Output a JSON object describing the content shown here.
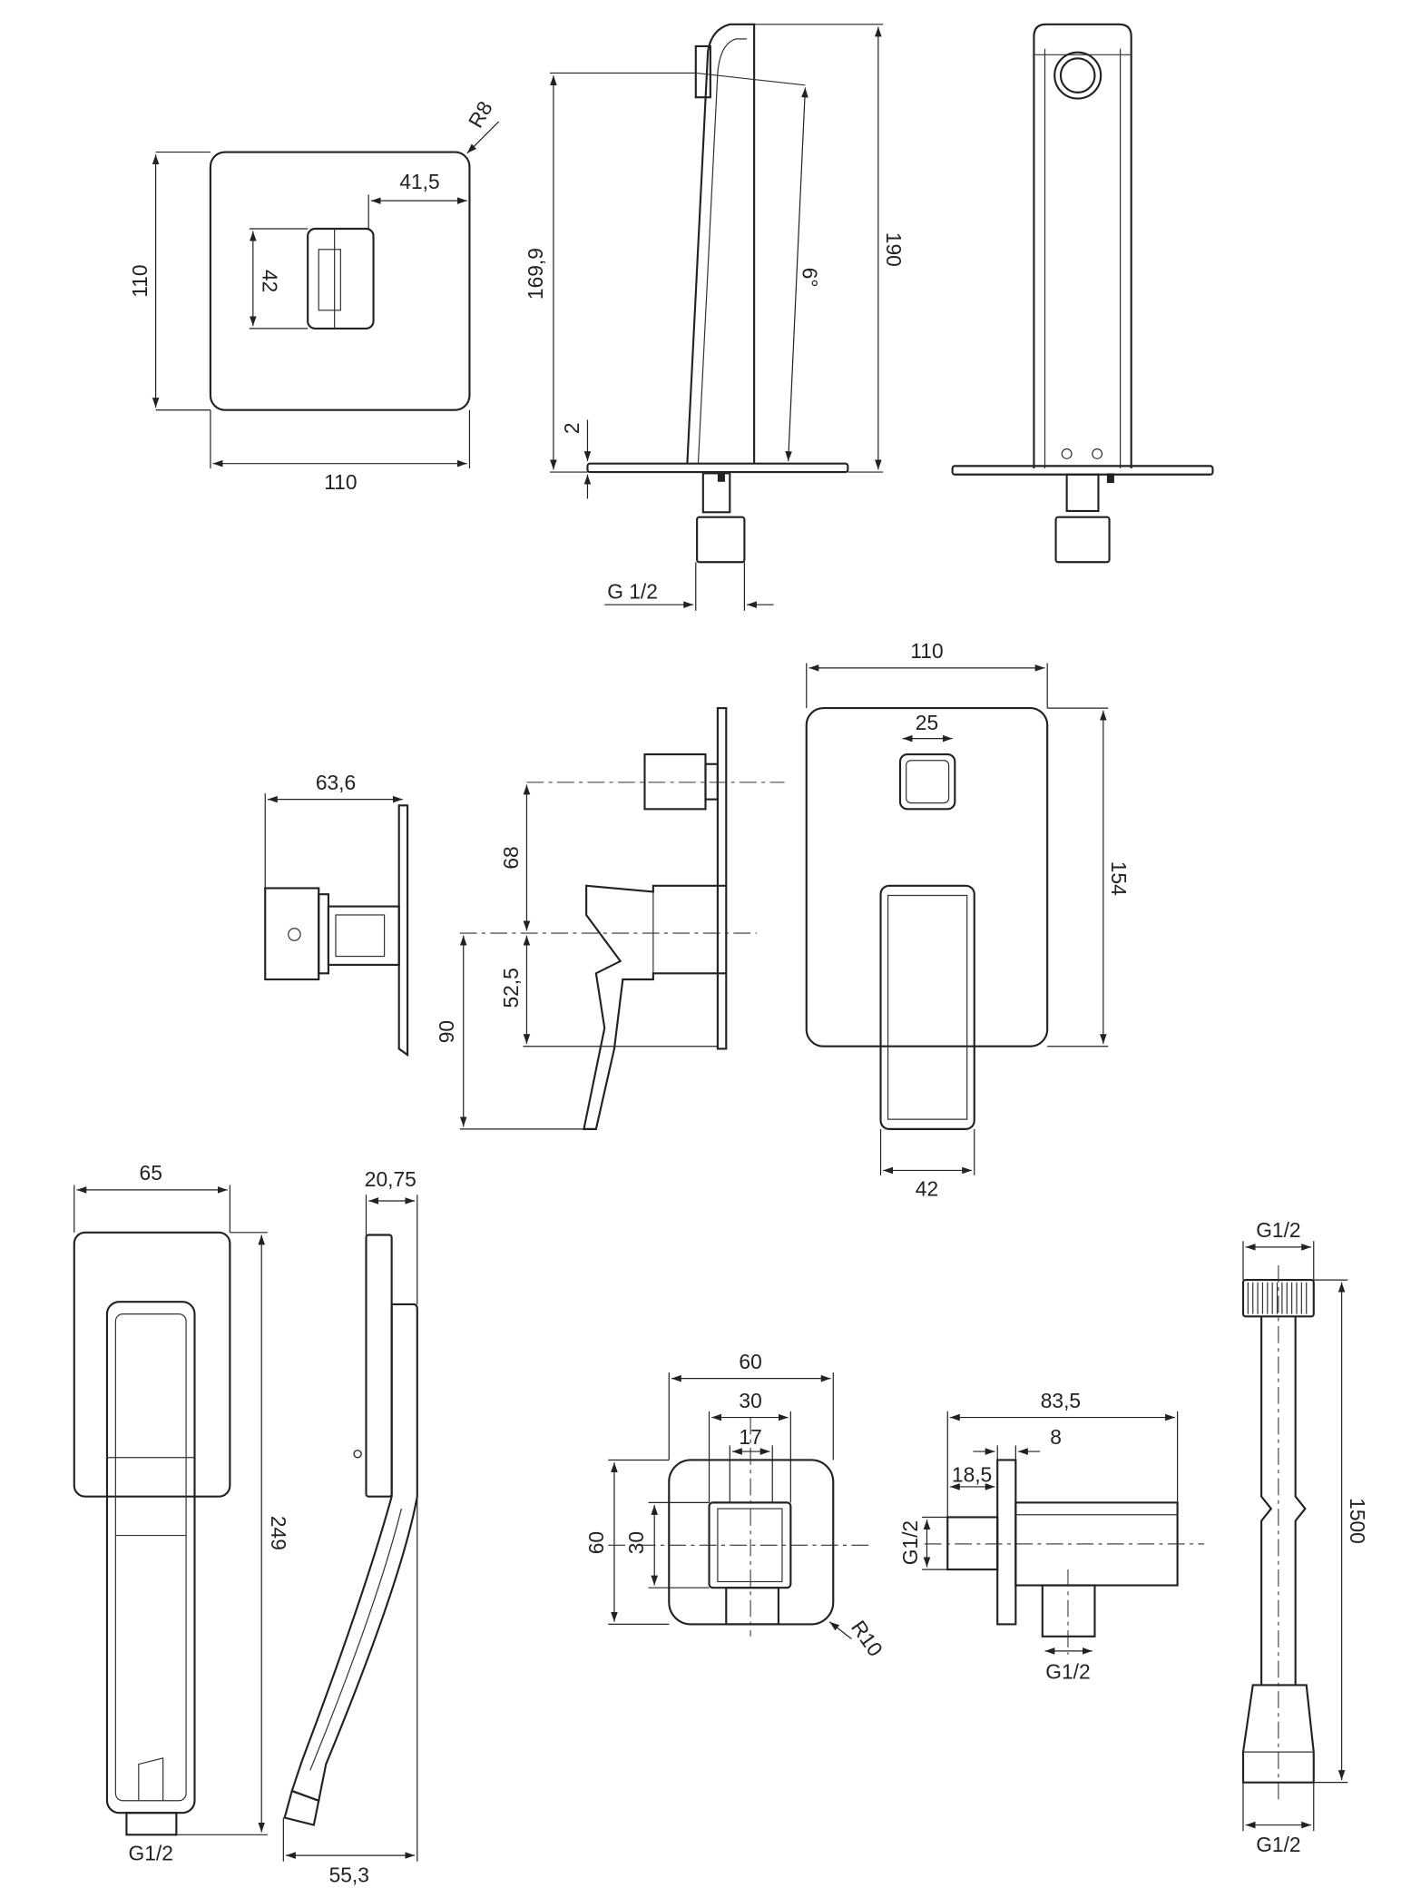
{
  "drawing": {
    "views": {
      "top_plate": {
        "height": "110",
        "width": "110",
        "cartridge": "42",
        "offset": "41,5",
        "radius": "R8"
      },
      "side_spout": {
        "height_total": "190",
        "height_outlet": "169,9",
        "plate": "2",
        "angle": "6°",
        "thread": "G 1/2"
      },
      "mixer_side_small": {
        "depth": "63,6"
      },
      "mixer_side": {
        "upper": "68",
        "lower": "52,5",
        "lever": "90"
      },
      "mixer_front": {
        "width": "110",
        "button": "25",
        "height": "154",
        "lever_width": "42"
      },
      "hand_shower_front": {
        "width": "65",
        "length": "249",
        "thread": "G1/2"
      },
      "hand_shower_side": {
        "thickness": "20,75",
        "depth": "55,3"
      },
      "elbow_front": {
        "width": "60",
        "inner": "30",
        "hole": "17",
        "height": "60",
        "inner_height": "30",
        "radius": "R10"
      },
      "elbow_side": {
        "length": "83,5",
        "plate": "8",
        "nipple": "18,5",
        "thread_in": "G1/2",
        "thread_out": "G1/2"
      },
      "hose": {
        "thread_top": "G1/2",
        "length": "1500",
        "thread_bottom": "G1/2"
      }
    }
  }
}
